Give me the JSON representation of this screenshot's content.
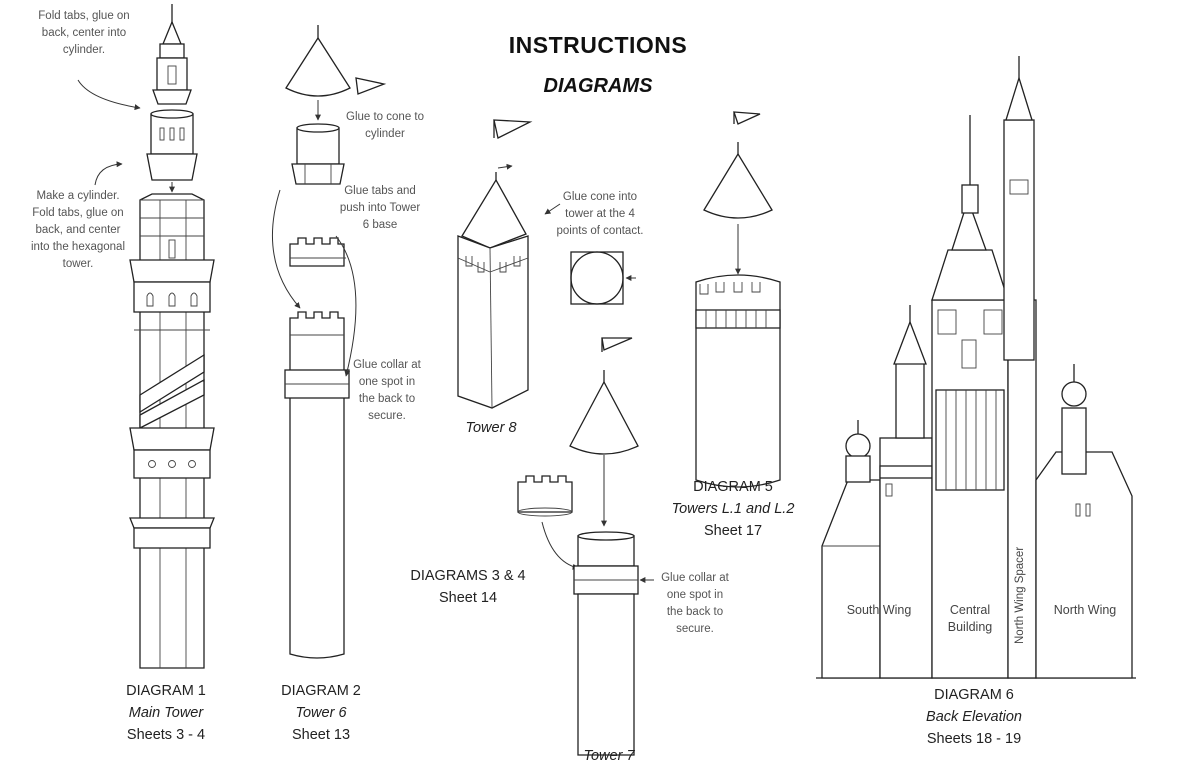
{
  "header": {
    "title": "INSTRUCTIONS",
    "subtitle": "DIAGRAMS"
  },
  "notes": {
    "fold_tabs": [
      "Fold tabs, glue on",
      "back, center into",
      "cylinder."
    ],
    "make_cylinder": [
      "Make a cylinder.",
      "Fold tabs, glue on",
      "back, and center",
      "into the hexagonal",
      "tower."
    ],
    "glue_to_cone": [
      "Glue to cone to",
      "cylinder"
    ],
    "glue_tabs_push": [
      "Glue tabs and",
      "push into Tower",
      "6 base"
    ],
    "glue_collar_1": [
      "Glue collar at",
      "one spot in",
      "the back to",
      "secure."
    ],
    "glue_cone_into": [
      "Glue cone into",
      "tower at the 4",
      "points of contact."
    ],
    "glue_collar_2": [
      "Glue collar at",
      "one spot in",
      "the back to",
      "secure."
    ]
  },
  "tower_labels": {
    "tower8": "Tower 8",
    "tower7": "Tower 7"
  },
  "captions": {
    "d1": {
      "title": "DIAGRAM 1",
      "subtitle": "Main Tower",
      "sheet": "Sheets 3 - 4"
    },
    "d2": {
      "title": "DIAGRAM 2",
      "subtitle": "Tower 6",
      "sheet": "Sheet 13"
    },
    "d34": {
      "title": "DIAGRAMS 3 & 4",
      "sheet": "Sheet 14"
    },
    "d5": {
      "title": "DIAGRAM 5",
      "subtitle": "Towers L.1 and L.2",
      "sheet": "Sheet 17"
    },
    "d6": {
      "title": "DIAGRAM 6",
      "subtitle": "Back Elevation",
      "sheet": "Sheets 18 - 19"
    }
  },
  "elevation_labels": {
    "south_wing": "South Wing",
    "central_building": [
      "Central",
      "Building"
    ],
    "north_wing_spacer": "North Wing Spacer",
    "north_wing": "North Wing"
  }
}
